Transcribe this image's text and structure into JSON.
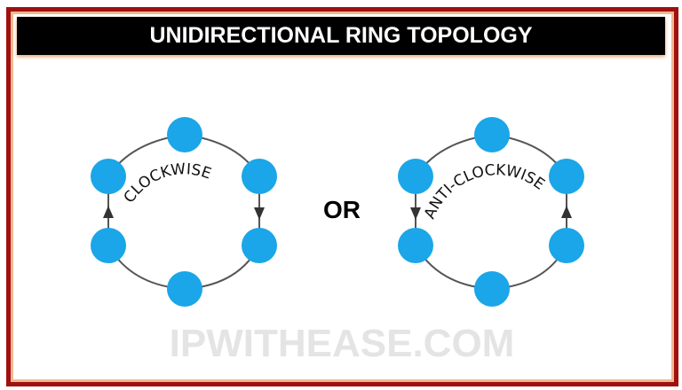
{
  "title": "UNIDIRECTIONAL RING TOPOLOGY",
  "watermark": "IPWITHEASE.COM",
  "separator": "OR",
  "rings": [
    {
      "label": "CLOCKWISE",
      "direction": "clockwise"
    },
    {
      "label": "ANTI-CLOCKWISE",
      "direction": "anti-clockwise"
    }
  ],
  "colors": {
    "node": "#1aa6e8",
    "ring": "#555555",
    "border": "#a01010",
    "title_bg": "#000000"
  }
}
